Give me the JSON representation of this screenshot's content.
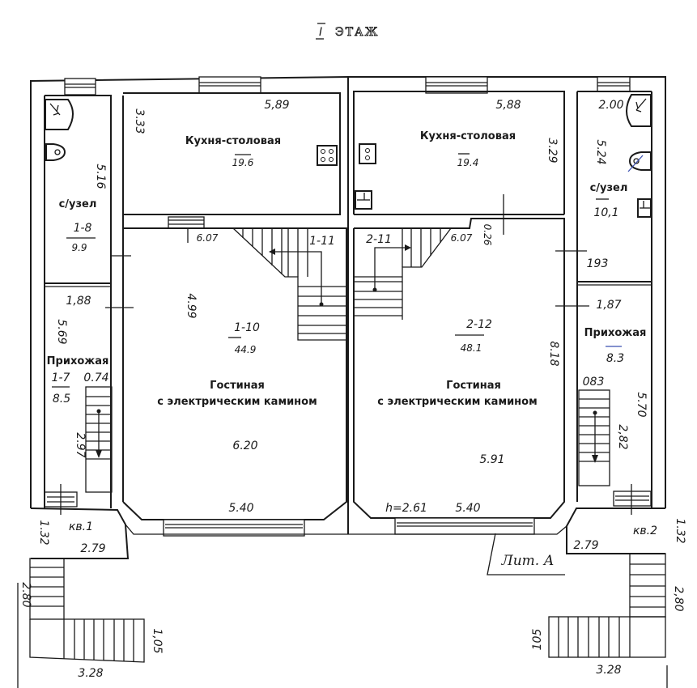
{
  "title": {
    "floor_numeral": "I",
    "floor_word": "ЭТАЖ"
  },
  "litera_label": "Лит. А",
  "ceiling_height": "h=2.61",
  "colors": {
    "ink": "#1a1a1a",
    "paper": "#ffffff",
    "pen_blue": "#3a4fb0"
  },
  "unit1": {
    "kitchen": {
      "name": "Кухня-столовая",
      "area": "19.6",
      "width": "5,89",
      "depth": "3.33"
    },
    "bathroom": {
      "name": "с/узел",
      "number": "1-8",
      "area": "9.9",
      "length": "5.16"
    },
    "hallway": {
      "name": "Прихожая",
      "number": "1-7",
      "area": "8.5",
      "width": "1,88",
      "length": "5.69",
      "stair_width": "0.74",
      "stair_length": "2.97"
    },
    "living": {
      "name_line1": "Гостиная",
      "name_line2": "с электрическим камином",
      "number": "1-10",
      "area": "44.9",
      "depth": "4.99",
      "length": "6.20",
      "width": "5.40",
      "stair_offset": "6.07"
    },
    "stair": {
      "number": "1-11"
    },
    "porch": {
      "name": "кв.1",
      "width": "2.79",
      "depth": "1.32",
      "stair_run": "2.80",
      "stair_width": "3.28",
      "stair_depth": "1,05"
    }
  },
  "unit2": {
    "kitchen": {
      "name": "Кухня-столовая",
      "area": "19.4",
      "width": "5,88",
      "depth": "3.29"
    },
    "bathroom": {
      "name": "с/узел",
      "area": "10,1",
      "length": "5.24",
      "width": "2.00",
      "extra": "193"
    },
    "hallway": {
      "name": "Прихожая",
      "area": "8.3",
      "width": "1,87",
      "length": "5.70",
      "stair_width": "083",
      "stair_length": "2,82"
    },
    "living": {
      "name_line1": "Гостиная",
      "name_line2": "с электрическим камином",
      "number": "2-12",
      "area": "48.1",
      "depth": "8.18",
      "length": "5.91",
      "width": "5.40",
      "stair_offset": "6.07",
      "step_offset": "0.26"
    },
    "stair": {
      "number": "2-11"
    },
    "porch": {
      "name": "кв.2",
      "width": "2.79",
      "depth": "1.32",
      "stair_run": "2,80",
      "stair_width": "3.28",
      "stair_depth": "105"
    }
  }
}
